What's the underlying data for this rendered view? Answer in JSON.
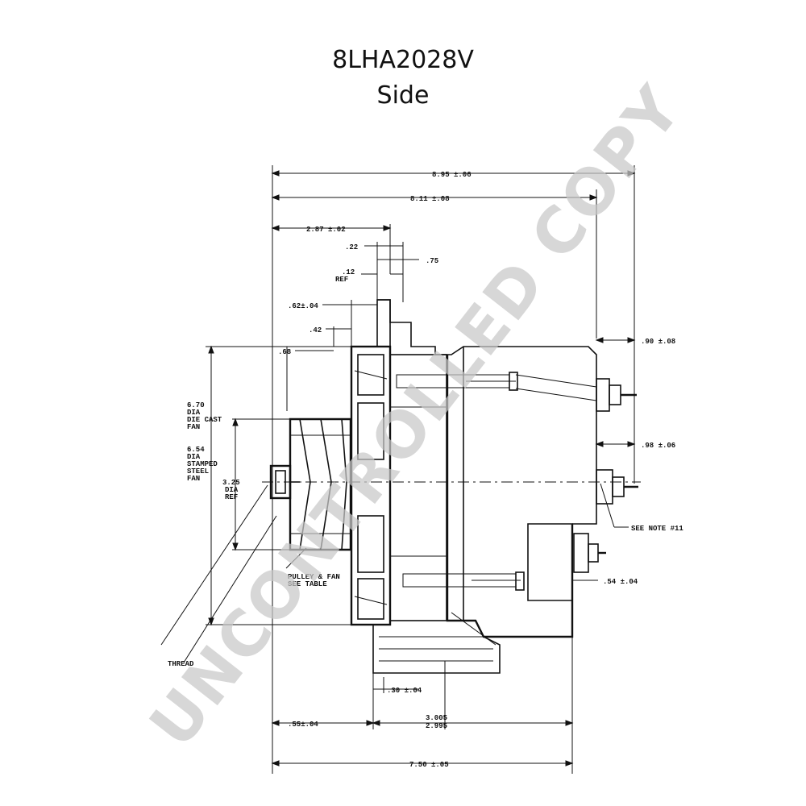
{
  "header": {
    "model": "8LHA2028V",
    "view": "Side"
  },
  "dimensions": {
    "overall_width": "8.95 ±.06",
    "body_width": "8.11 ±.08",
    "flange_to_face": "2.87 ±.02",
    "d_022": ".22",
    "d_075": ".75",
    "ref_012": ".12",
    "ref_label": "REF",
    "d_062": ".62±.04",
    "d_042": ".42",
    "d_068": ".68",
    "top_right_terminal": ".90 ±.08",
    "mid_right_terminal": ".98 ±.06",
    "see_note": "SEE NOTE #11",
    "right_lower": ".54 ±.04",
    "die_cast_fan": [
      "6.70",
      "DIA",
      "DIE CAST",
      "FAN"
    ],
    "stamped_fan": [
      "6.54",
      "DIA",
      "STAMPED",
      "STEEL",
      "FAN"
    ],
    "pulley_dia": [
      "3.25",
      "DIA",
      "REF"
    ],
    "pulley_note": [
      "PULLEY & FAN",
      "SEE TABLE"
    ],
    "thread_note": "THREAD",
    "bottom_030": ".30 ±.04",
    "bottom_055": ".55±.04",
    "bottom_3005": "3.005",
    "bottom_2995": "2.995",
    "bottom_overall": "7.50 ±.05"
  },
  "watermark": {
    "text": "UNCONTROLLED COPY",
    "color": "#c8c8c8"
  }
}
